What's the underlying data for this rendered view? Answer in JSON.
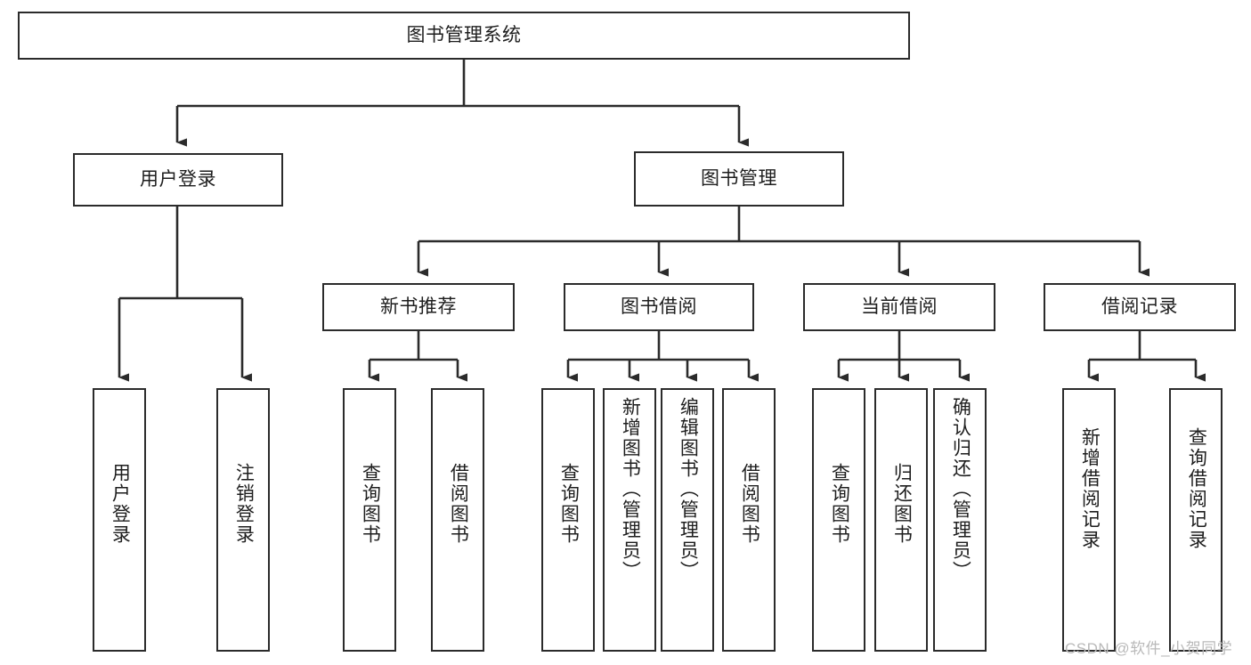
{
  "diagram": {
    "title": "图书管理系统",
    "type": "hierarchy-tree",
    "colors": {
      "box_border": "#2b2b2b",
      "box_fill": "#ffffff",
      "connector": "#2b2b2b",
      "text": "#1e1e1e",
      "watermark": "#b9b9b9",
      "background": "#ffffff"
    },
    "root": {
      "label": "图书管理系统"
    },
    "level1": [
      {
        "label": "用户登录"
      },
      {
        "label": "图书管理"
      }
    ],
    "level2": [
      {
        "label": "新书推荐"
      },
      {
        "label": "图书借阅"
      },
      {
        "label": "当前借阅"
      },
      {
        "label": "借阅记录"
      }
    ],
    "leaves": {
      "user_login": [
        {
          "label": "用户登录"
        },
        {
          "label": "注销登录"
        }
      ],
      "new_book_recommend": [
        {
          "label": "查询图书"
        },
        {
          "label": "借阅图书"
        }
      ],
      "book_borrow": [
        {
          "label": "查询图书"
        },
        {
          "label": "新增图书（管理员）"
        },
        {
          "label": "编辑图书（管理员）"
        },
        {
          "label": "借阅图书"
        }
      ],
      "current_borrow": [
        {
          "label": "查询图书"
        },
        {
          "label": "归还图书"
        },
        {
          "label": "确认归还（管理员）"
        }
      ],
      "borrow_record": [
        {
          "label": "新增借阅记录"
        },
        {
          "label": "查询借阅记录"
        }
      ]
    }
  },
  "watermark": {
    "text": "CSDN @软件_小贺同学"
  }
}
